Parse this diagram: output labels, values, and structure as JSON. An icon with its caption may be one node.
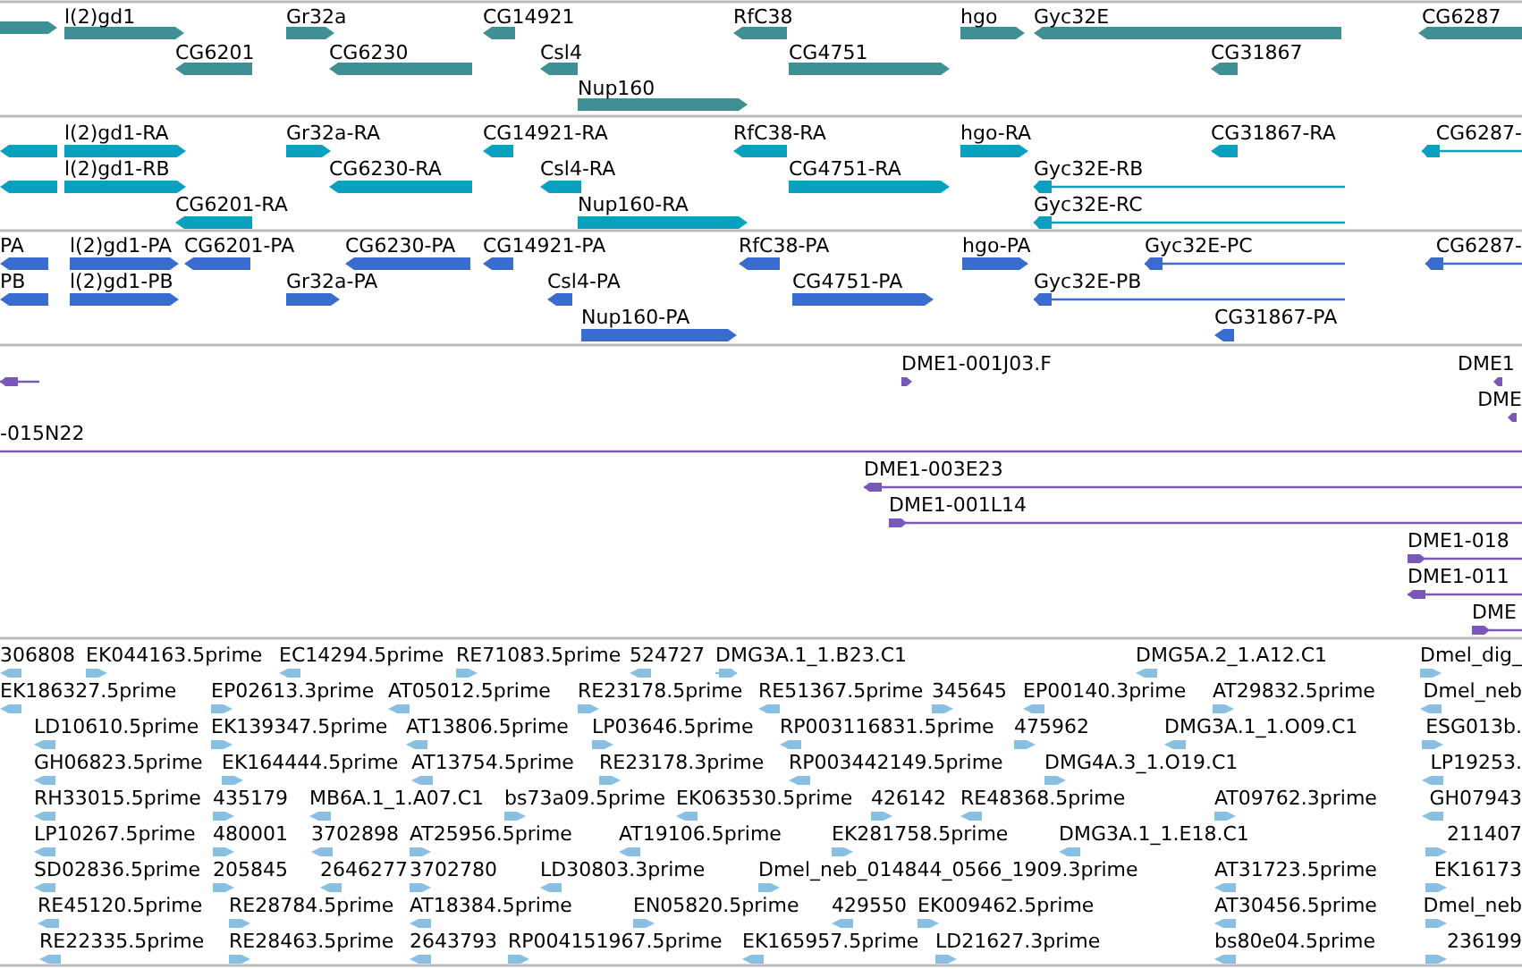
{
  "diagram": {
    "labels": [
      "l(2)gd1",
      "Gr32a",
      "CG14921",
      "RfC38",
      "hgo",
      "Gyc32E",
      "CG6287",
      "CG6201",
      "CG6230",
      "Csl4",
      "CG4751",
      "CG31867",
      "Nup160",
      "l(2)gd1-RA",
      "Gr32a-RA",
      "CG14921-RA",
      "RfC38-RA",
      "hgo-RA",
      "CG31867-RA",
      "CG6287-",
      "l(2)gd1-RB",
      "CG6230-RA",
      "Csl4-RA",
      "CG4751-RA",
      "Gyc32E-RB",
      "CG6201-RA",
      "Nup160-RA",
      "Gyc32E-RC",
      "PA",
      "l(2)gd1-PA",
      "CG6201-PA",
      "CG6230-PA",
      "CG14921-PA",
      "RfC38-PA",
      "hgo-PA",
      "Gyc32E-PC",
      "CG6287-",
      "PB",
      "l(2)gd1-PB",
      "Gr32a-PA",
      "Csl4-PA",
      "CG4751-PA",
      "Gyc32E-PB",
      "Nup160-PA",
      "CG31867-PA",
      "DME1-001J03.F",
      "DME1",
      "DME",
      "-015N22",
      "DME1-003E23",
      "DME1-001L14",
      "DME1-018",
      "DME1-011",
      "DME",
      "306808",
      "EK044163.5prime",
      "EC14294.5prime",
      "RE71083.5prime",
      "524727",
      "DMG3A.1_1.B23.C1",
      "DMG5A.2_1.A12.C1",
      "Dmel_dig_",
      "EK186327.5prime",
      "EP02613.3prime",
      "AT05012.5prime",
      "RE23178.5prime",
      "RE51367.5prime",
      "345645",
      "EP00140.3prime",
      "AT29832.5prime",
      "Dmel_neb",
      "LD10610.5prime",
      "EK139347.5prime",
      "AT13806.5prime",
      "LP03646.5prime",
      "RP003116831.5prime",
      "475962",
      "DMG3A.1_1.O09.C1",
      "ESG013b.",
      "GH06823.5prime",
      "EK164444.5prime",
      "AT13754.5prime",
      "RE23178.3prime",
      "RP003442149.5prime",
      "DMG4A.3_1.O19.C1",
      "LP19253.",
      "RH33015.5prime",
      "435179",
      "MB6A.1_1.A07.C1",
      "bs73a09.5prime",
      "EK063530.5prime",
      "426142",
      "RE48368.5prime",
      "AT09762.3prime",
      "GH07943",
      "LP10267.5prime",
      "480001",
      "3702898",
      "AT25956.5prime",
      "AT19106.5prime",
      "EK281758.5prime",
      "DMG3A.1_1.E18.C1",
      "211407",
      "SD02836.5prime",
      "205845",
      "2646277",
      "3702780",
      "LD30803.3prime",
      "Dmel_neb_014844_0566_1909.3prime",
      "AT31723.5prime",
      "EK16173",
      "RE45120.5prime",
      "RE28784.5prime",
      "AT18384.5prime",
      "EN05820.5prime",
      "429550",
      "EK009462.5prime",
      "AT30456.5prime",
      "Dmel_neb",
      "RE22335.5prime",
      "RE28463.5prime",
      "2643793",
      "RP004151967.5prime",
      "EK165957.5prime",
      "LD21627.3prime",
      "bs80e04.5prime",
      "236199"
    ]
  }
}
